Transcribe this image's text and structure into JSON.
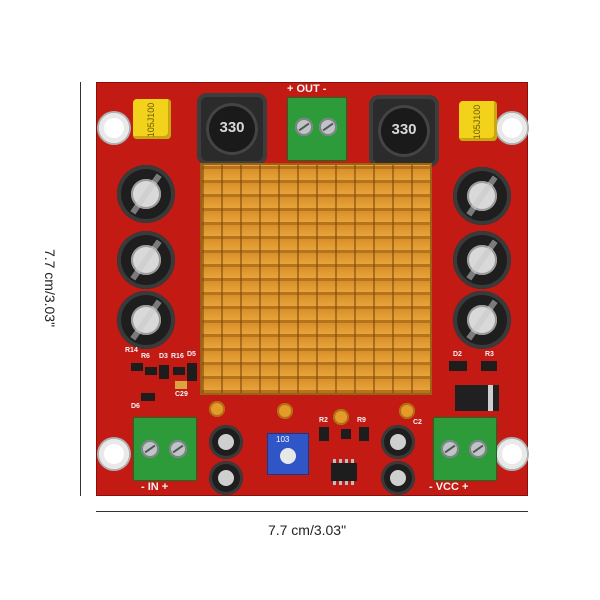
{
  "dimensions": {
    "height_label": "7.7 cm/3.03\"",
    "width_label": "7.7 cm/3.03\""
  },
  "board": {
    "out_label": "+ OUT -",
    "in_label": "- IN +",
    "vcc_label": "- VCC +",
    "inductor_marking": "330",
    "yellow_cap_marking": "105J100",
    "pot_marking": "103",
    "component_refs": [
      "R14",
      "R6",
      "D3",
      "R16",
      "D5",
      "C29",
      "D6",
      "R2",
      "R9",
      "D2",
      "R3",
      "C2"
    ],
    "colors": {
      "pcb": "#c41a14",
      "heatsink": "#e8a43c",
      "terminal": "#2e9b3a",
      "silkscreen": "#f3f3f3"
    }
  }
}
